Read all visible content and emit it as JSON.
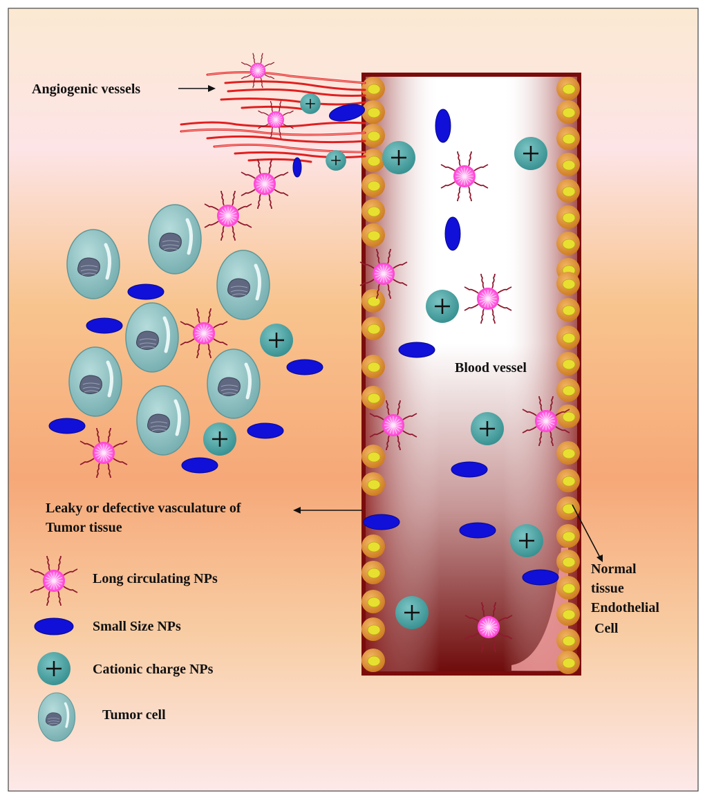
{
  "labels": {
    "angiogenic_vessels": "Angiogenic vessels",
    "blood_vessel": "Blood vessel",
    "leaky_line1": "Leaky or defective vasculature of",
    "leaky_line2": "Tumor tissue",
    "normal_line1": "Normal",
    "normal_line2": "tissue",
    "normal_line3": "Endothelial",
    "normal_line4": "Cell"
  },
  "legend": [
    {
      "icon": "long-circulating-np-icon",
      "label": "Long circulating NPs"
    },
    {
      "icon": "small-size-np-icon",
      "label": "Small Size NPs"
    },
    {
      "icon": "cationic-np-icon",
      "label": "Cationic charge NPs"
    },
    {
      "icon": "tumor-cell-icon",
      "label": "Tumor cell"
    }
  ],
  "colors": {
    "vessel_wall": "#7a0c0c",
    "vessel_dark": "#6e0a0a",
    "long_np": "#ff4fd8",
    "long_np_tail": "#8e1a2e",
    "small_np": "#1010d8",
    "cationic_np": "#4aa3a3",
    "tumor_cell": "#8fc5c5",
    "nucleus": "#5f6880",
    "endothelial_outer": "#e0952e",
    "endothelial_inner": "#e8e030",
    "angiogenic": "#e02020"
  }
}
